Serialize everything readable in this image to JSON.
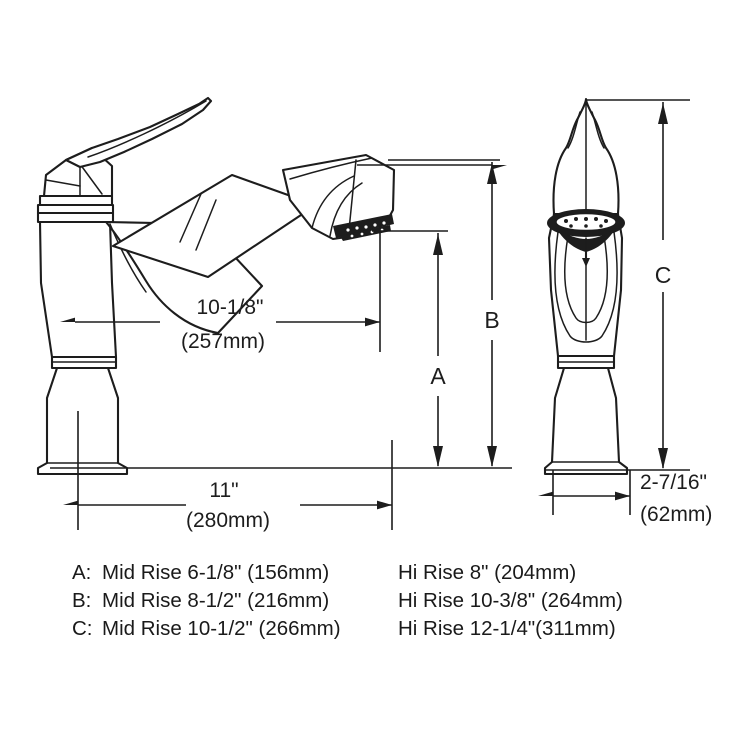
{
  "document": {
    "type": "technical-dimension-drawing",
    "subject": "Pull-out kitchen faucet",
    "views": [
      "side-elevation",
      "front-elevation"
    ],
    "line_color": "#1d1d1d",
    "background_color": "#ffffff"
  },
  "dimensions": {
    "spout_reach": {
      "label_inch": "10-1/8\"",
      "label_mm": "(257mm)",
      "view": "side"
    },
    "overall_depth": {
      "label_inch": "11\"",
      "label_mm": "(280mm)",
      "view": "side"
    },
    "base_width": {
      "label_inch": "2-7/16\"",
      "label_mm": "(62mm)",
      "view": "front"
    },
    "letter_a": "A",
    "letter_b": "B",
    "letter_c": "C"
  },
  "legend": {
    "rows": [
      {
        "key": "A:",
        "mid": "Mid Rise 6-1/8\" (156mm)",
        "hi": "Hi Rise 8\" (204mm)"
      },
      {
        "key": "B:",
        "mid": "Mid Rise 8-1/2\" (216mm)",
        "hi": "Hi Rise 10-3/8\" (264mm)"
      },
      {
        "key": "C:",
        "mid": "Mid Rise 10-1/2\" (266mm)",
        "hi": "Hi Rise 12-1/4\"(311mm)"
      }
    ]
  }
}
